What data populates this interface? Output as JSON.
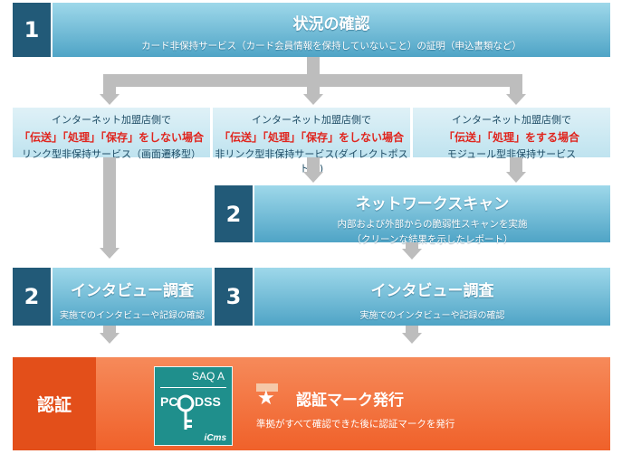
{
  "step1": {
    "num": "1",
    "title": "状況の確認",
    "subtitle": "カード非保持サービス（カード会員情報を保持していないこと）の証明（申込書類など）"
  },
  "cases": [
    {
      "line1": "インターネット加盟店側で",
      "line2": "「伝送」「処理」「保存」をしない場合",
      "line3": "リンク型非保持サービス（画面遷移型）"
    },
    {
      "line1": "インターネット加盟店側で",
      "line2": "「伝送」「処理」「保存」をしない場合",
      "line3": "非リンク型非保持サービス(ダイレクトポスト型)"
    },
    {
      "line1": "インターネット加盟店側で",
      "line2": "「伝送」「処理」をする場合",
      "line3": "モジュール型非保持サービス"
    }
  ],
  "scan": {
    "num": "2",
    "title": "ネットワークスキャン",
    "line1": "内部および外部からの脆弱性スキャンを実施",
    "line2": "（クリーンな結果を示したレポート）"
  },
  "interview_left": {
    "num": "2",
    "title": "インタビュー調査",
    "subtitle": "実施でのインタビューや記録の確認"
  },
  "interview_right": {
    "num": "3",
    "title": "インタビュー調査",
    "subtitle": "実施でのインタビューや記録の確認"
  },
  "cert": {
    "label": "認証",
    "logo_top": "SAQ A",
    "logo_pci": "PCI",
    "logo_dss": "DSS",
    "logo_brand": "iCms",
    "title": "認証マーク発行",
    "subtitle": "準拠がすべて確認できた後に認証マークを発行"
  },
  "colors": {
    "dark_blue": "#225a78",
    "blue_gradient_top": "#9ed8ea",
    "blue_gradient_bottom": "#4fa4c6",
    "light_blue": "#dff1f7",
    "red_text": "#e0251e",
    "orange": "#f26f3a",
    "orange_dark": "#e34f1a",
    "connector_gray": "#bdbdbd",
    "logo_teal": "#1f8f8c"
  }
}
